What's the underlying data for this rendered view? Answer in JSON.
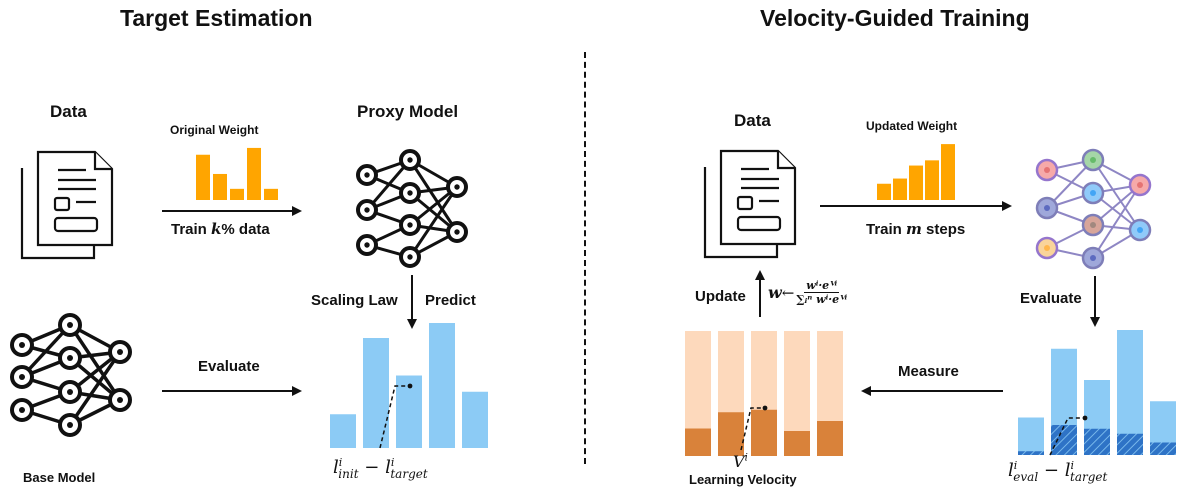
{
  "left_panel": {
    "title": "Target Estimation",
    "data_label": "Data",
    "weight_label": "Original Weight",
    "weights": [
      0.73,
      0.42,
      0.18,
      0.84,
      0.18
    ],
    "weight_color": "#FFA500",
    "train_prefix": "Train ",
    "train_var": "k",
    "train_suffix": "% data",
    "proxy_label": "Proxy Model",
    "scaling_law_label": "Scaling Law",
    "predict_label": "Predict",
    "evaluate_label": "Evaluate",
    "base_model_label": "Base Model",
    "loss_bars": [
      0.27,
      0.88,
      0.58,
      1.0,
      0.45
    ],
    "bar_color": "#8CCBF5",
    "formula_l": "l",
    "formula_sup": "i",
    "formula_init": "init",
    "formula_minus": " − ",
    "formula_target": "target"
  },
  "right_panel": {
    "title": "Velocity-Guided Training",
    "data_label": "Data",
    "weight_label": "Updated Weight",
    "weights": [
      0.25,
      0.33,
      0.53,
      0.61,
      0.86
    ],
    "weight_color": "#FFA500",
    "train_prefix": "Train ",
    "train_var": "m",
    "train_suffix": " steps",
    "evaluate_label": "Evaluate",
    "measure_label": "Measure",
    "update_label": "Update",
    "update_formula": {
      "w": "w",
      "arrow": " ← ",
      "num": "wⁱ·eⱽⁱ",
      "den": "∑ᵢⁿ wⁱ·eⱽⁱ"
    },
    "velocity_bars_full": [
      1.0,
      1.0,
      1.0,
      1.0,
      1.0
    ],
    "velocity_bars_fill": [
      0.22,
      0.35,
      0.37,
      0.2,
      0.28
    ],
    "velocity_bg_color": "#FDD9BC",
    "velocity_fill_color": "#D9823A",
    "velocity_symbol": "V",
    "velocity_sup": "i",
    "velocity_label": "Learning Velocity",
    "eval_bars": [
      0.3,
      0.85,
      0.6,
      1.0,
      0.43
    ],
    "eval_hatch": [
      0.03,
      0.24,
      0.21,
      0.17,
      0.1
    ],
    "eval_bar_color": "#8CCBF5",
    "eval_hatch_color": "#2E73C6",
    "formula_l": "l",
    "formula_sup": "i",
    "formula_eval": "eval",
    "formula_minus": " − ",
    "formula_target": "target"
  }
}
